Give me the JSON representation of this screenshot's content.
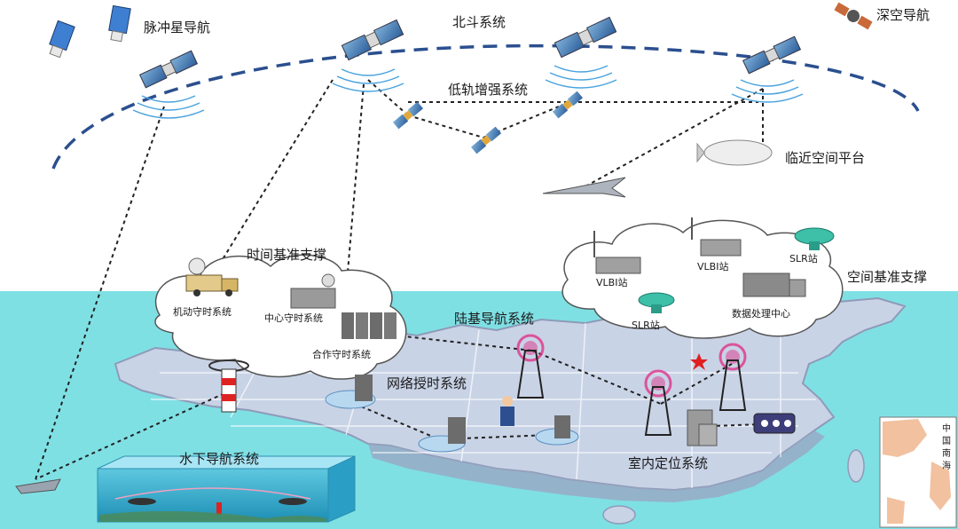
{
  "labels": {
    "pulsar_nav": "脉冲星导航",
    "beidou": "北斗系统",
    "deep_space": "深空导航",
    "leo_augment": "低轨增强系统",
    "near_space": "临近空间平台",
    "time_ref": "时间基准支撑",
    "space_ref": "空间基准支撑",
    "mobile_timing": "机动守时系统",
    "center_timing": "中心守时系统",
    "coop_timing": "合作守时系统",
    "land_nav": "陆基导航系统",
    "network_timing": "网络授时系统",
    "vlbi_1": "VLBI站",
    "vlbi_2": "VLBI站",
    "slr_1": "SLR站",
    "slr_2": "SLR站",
    "data_center": "数据处理中心",
    "underwater_nav": "水下导航系统",
    "indoor_pos": "室内定位系统",
    "inset_text": [
      "中",
      "国",
      "南",
      "海"
    ]
  },
  "colors": {
    "sky": "#ffffff",
    "sea": "#7fe0e4",
    "land": "#c9d3e6",
    "land_edge": "#8e9bb8",
    "orbit": "#2b4f8f",
    "link": "#222222",
    "signal": "#e0338a"
  }
}
